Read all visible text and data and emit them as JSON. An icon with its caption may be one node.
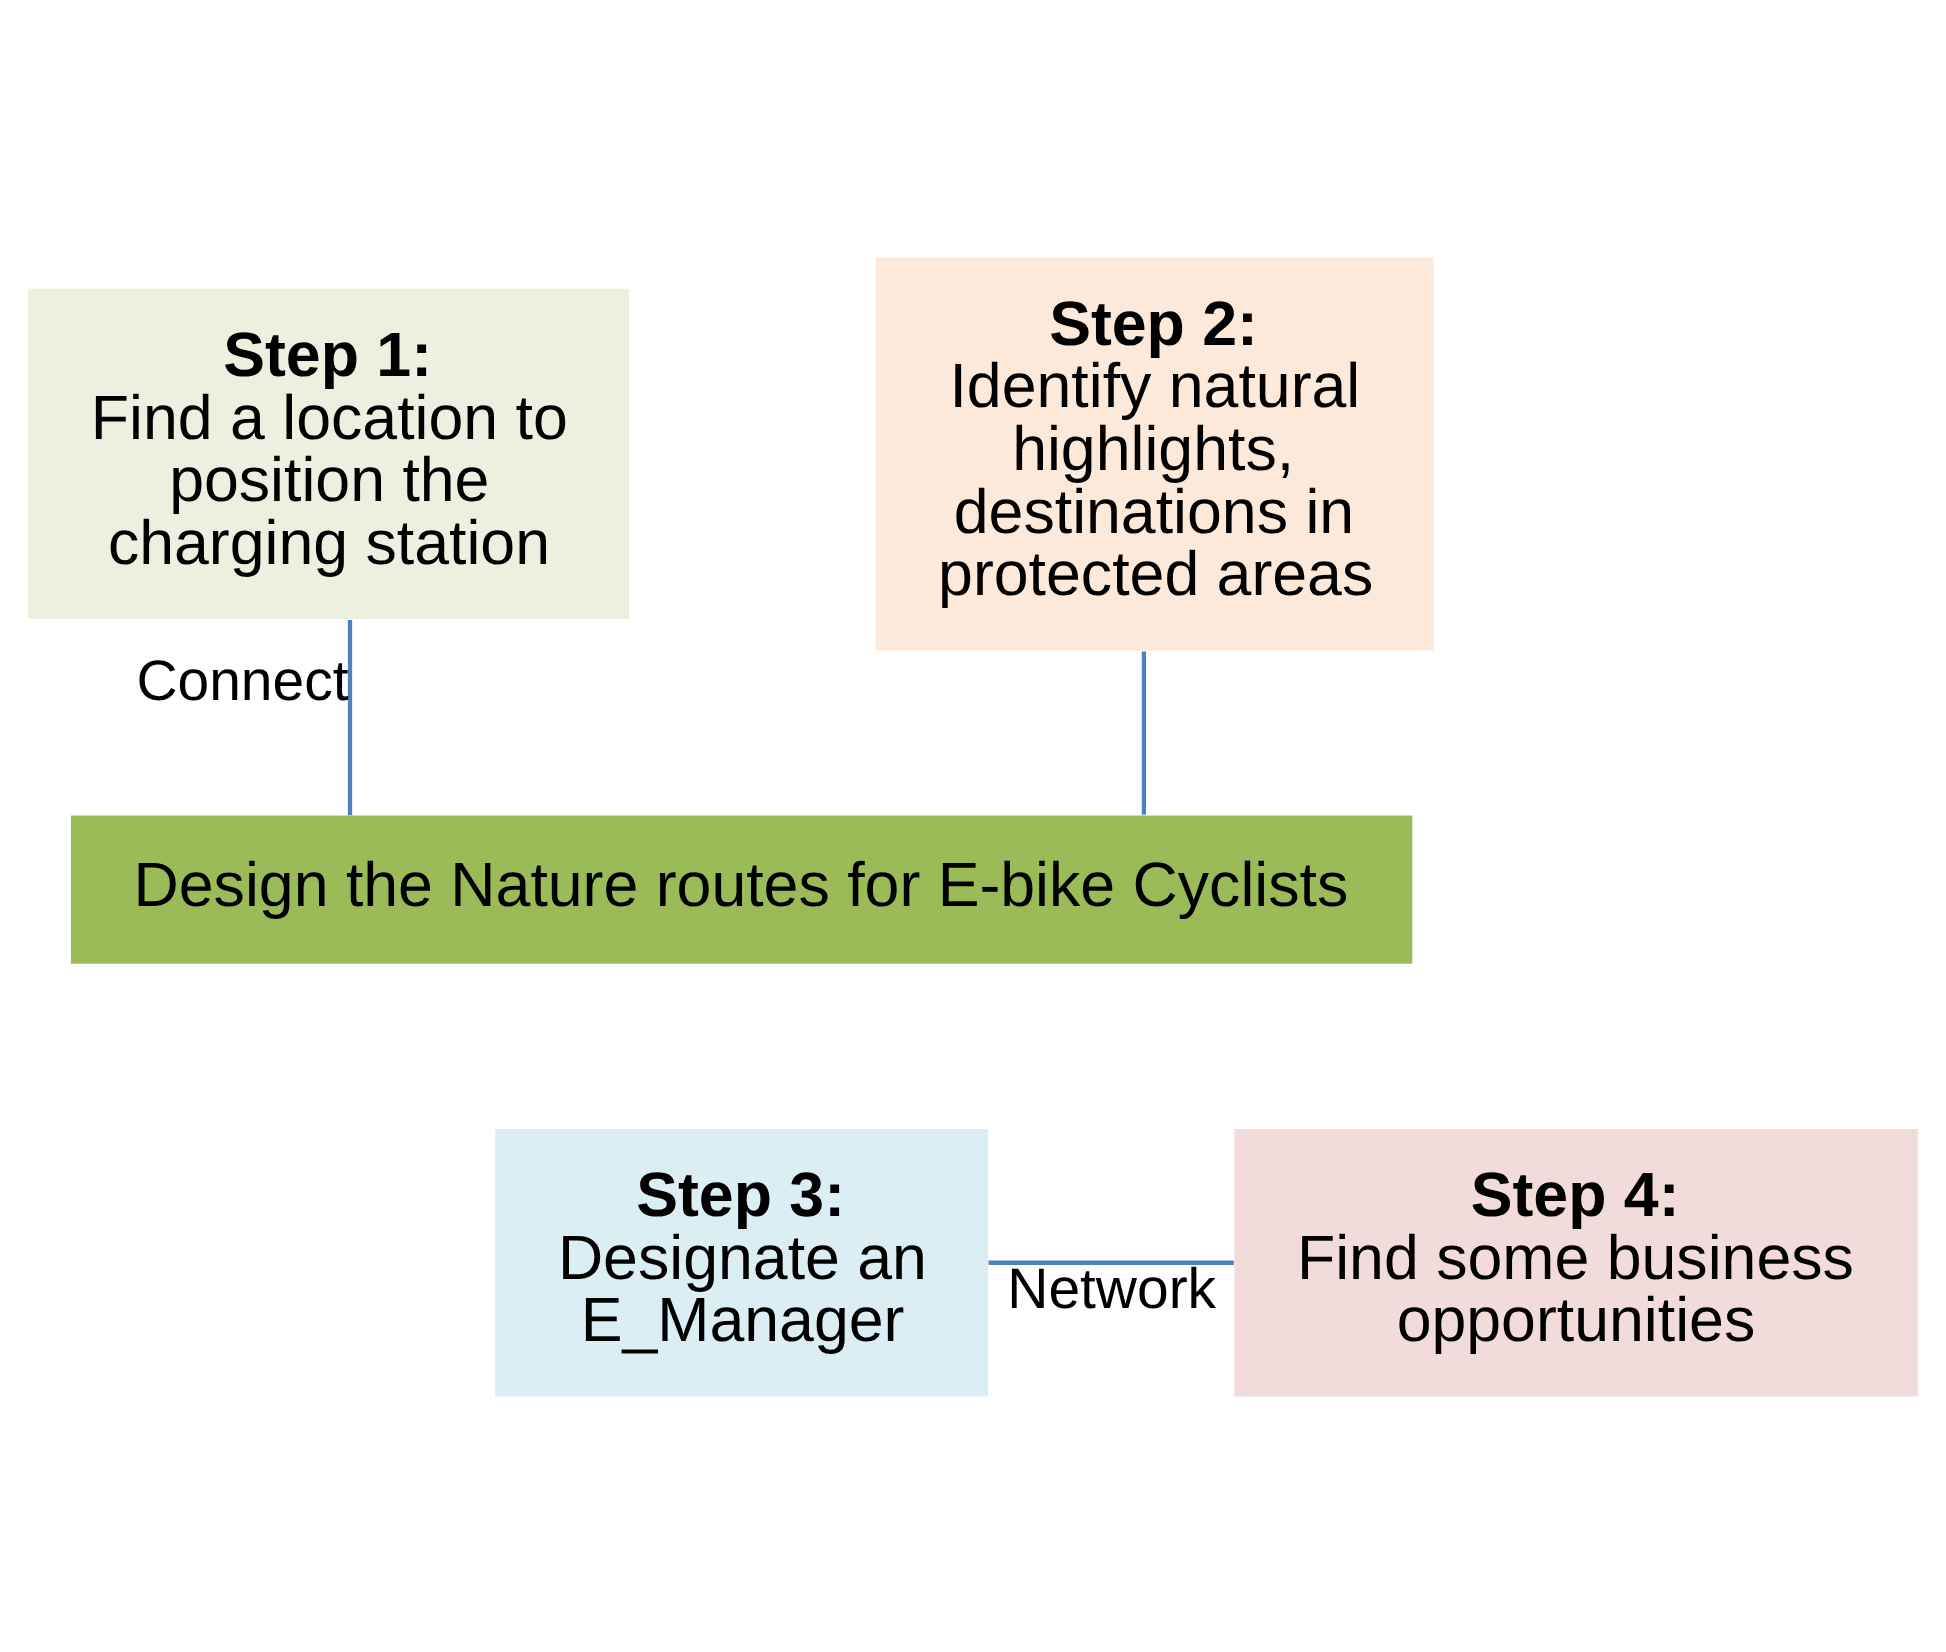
{
  "diagram": {
    "nodes": [
      {
        "text": [
          "Step 1:",
          "Find a location to position the charging station"
        ]
      },
      {
        "text": [
          "Step 2:",
          "Identify natural highlights, destinations in protected areas"
        ]
      },
      {
        "text": [
          "Design the Nature routes for E-bike Cyclists"
        ]
      },
      {
        "text": [
          "Step 3:",
          "Designate an E_Manager"
        ]
      },
      {
        "text": [
          "Step 4:",
          "Find some business opportunities"
        ]
      }
    ],
    "edges": [
      {
        "from": 0,
        "to": 2,
        "arrow": "none",
        "label": "Connect"
      },
      {
        "from": 1,
        "to": 2,
        "arrow": "none"
      },
      {
        "from": 3,
        "to": 4,
        "arrow": "none",
        "label": "Network"
      }
    ]
  }
}
